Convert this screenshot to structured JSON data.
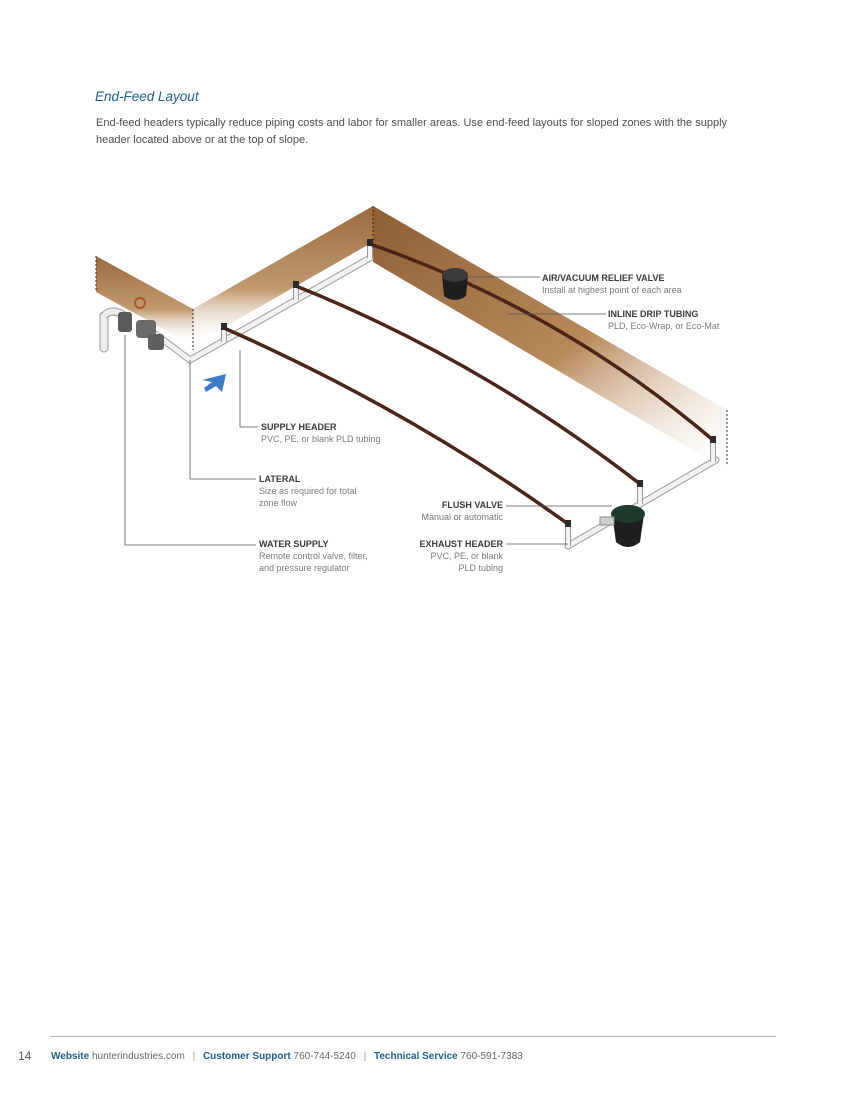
{
  "section": {
    "title": "End-Feed Layout",
    "intro": "End-feed headers typically reduce piping costs and labor for smaller areas. Use end-feed layouts for sloped zones with the supply header located above or at the top of slope."
  },
  "labels": {
    "air_relief": {
      "heading": "AIR/VACUUM RELIEF VALVE",
      "sub": "Install at highest point of each area"
    },
    "inline_drip": {
      "heading": "INLINE DRIP TUBING",
      "sub": "PLD, Eco-Wrap, or Eco-Mat"
    },
    "supply_header": {
      "heading": "SUPPLY HEADER",
      "sub": "PVC, PE, or blank PLD tubing"
    },
    "lateral": {
      "heading": "LATERAL",
      "sub1": "Size as required for total",
      "sub2": "zone flow"
    },
    "flush_valve": {
      "heading": "FLUSH VALVE",
      "sub": "Manual or automatic"
    },
    "water_supply": {
      "heading": "WATER SUPPLY",
      "sub1": "Remote control valve, filter,",
      "sub2": "and pressure regulator"
    },
    "exhaust_header": {
      "heading": "EXHAUST HEADER",
      "sub1": "PVC, PE, or blank",
      "sub2": "PLD tubing"
    }
  },
  "colors": {
    "accent": "#1d5e86",
    "soil": "#a9774a",
    "tubing": "#4a2518"
  },
  "footer": {
    "page_number": "14",
    "website_label": "Website",
    "website_value": "hunterindustries.com",
    "support_label": "Customer Support",
    "support_value": "760-744-5240",
    "tech_label": "Technical Service",
    "tech_value": "760-591-7383",
    "separator": "|"
  }
}
